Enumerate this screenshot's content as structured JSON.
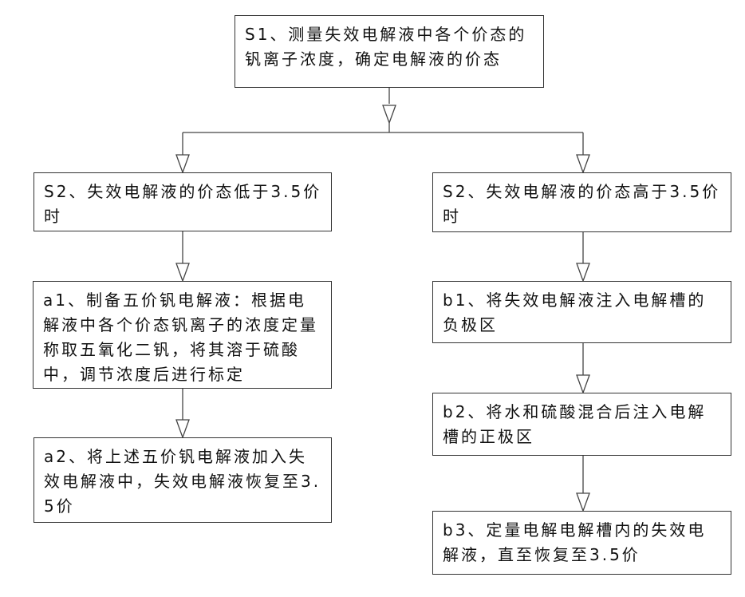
{
  "nodes": {
    "s1": "S1、测量失效电解液中各个价态的钒离子浓度，确定电解液的价态",
    "s2_low": "S2、失效电解液的价态低于3.5价时",
    "s2_high": "S2、失效电解液的价态高于3.5价时",
    "a1": "a1、制备五价钒电解液：根据电解液中各个价态钒离子的浓度定量称取五氧化二钒，将其溶于硫酸中，调节浓度后进行标定",
    "a2": "a2、将上述五价钒电解液加入失效电解液中，失效电解液恢复至3.5价",
    "b1": "b1、将失效电解液注入电解槽的负极区",
    "b2": "b2、将水和硫酸混合后注入电解槽的正极区",
    "b3": "b3、定量电解电解槽内的失效电解液，直至恢复至3.5价"
  }
}
